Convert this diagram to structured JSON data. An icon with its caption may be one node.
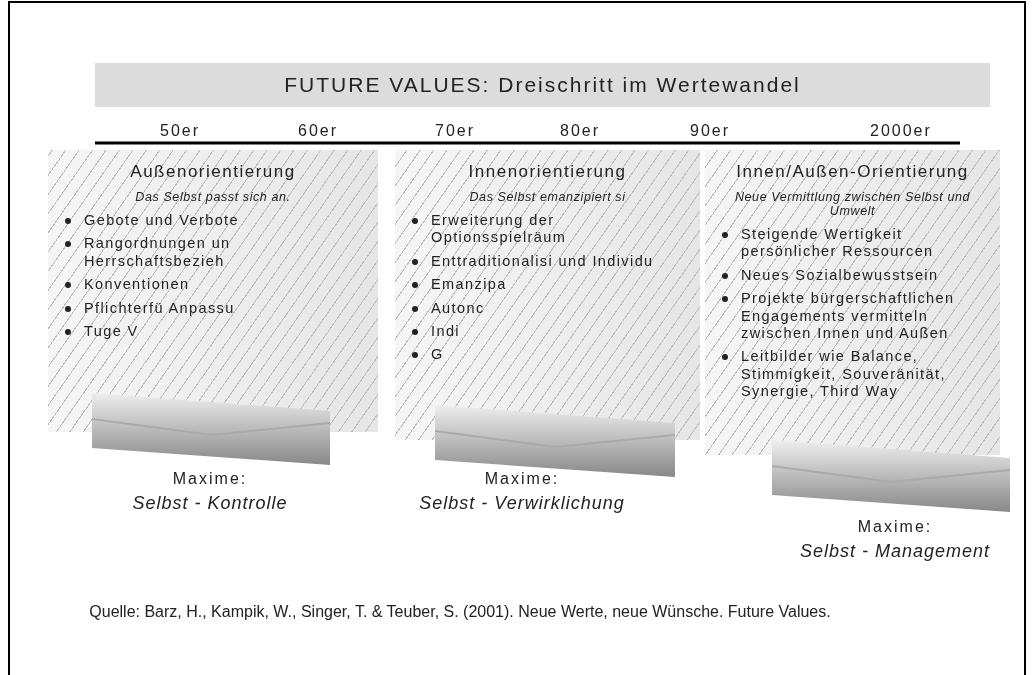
{
  "diagram": {
    "title": "FUTURE VALUES: Dreischritt im Wertewandel",
    "caption": "Quelle: Barz, H., Kampik, W., Singer, T. & Teuber, S. (2001). Neue Werte, neue Wünsche. Future Values.",
    "nodes": [
      {
        "text": [
          "Außenorientierung",
          "Das Selbst passt sich an.",
          "Gebote und Verbote",
          "Rangordnungen un Herrschaftsbezieh",
          "Konventionen",
          "Pflichterfü Anpassu",
          "Tuge V"
        ]
      },
      {
        "text": [
          "Innenorientierung",
          "Das Selbst emanzipiert si",
          "Erweiterung der Optionsspielräum",
          "Enttraditionalisi und Individu",
          "Emanzipa",
          "Autonc",
          "Indi",
          "G"
        ]
      },
      {
        "text": [
          "Innen/Außen-Orientierung",
          "Neue Vermittlung zwischen Selbst und Umwelt",
          "Steigende Wertigkeit persönlicher Ressourcen",
          "Neues Sozialbewusstsein",
          "Projekte bürgerschaftlichen Engagements vermitteln zwischen Innen und Außen",
          "Leitbilder wie Balance, Stimmigkeit, Souveränität, Synergie, Third Way"
        ]
      }
    ],
    "edges": [],
    "labels": [
      "50er",
      "60er",
      "70er",
      "80er",
      "90er",
      "2000er",
      "Maxime:",
      "Selbst - Kontrolle",
      "Maxime:",
      "Selbst - Verwirklichung",
      "Maxime:",
      "Selbst - Management"
    ]
  }
}
